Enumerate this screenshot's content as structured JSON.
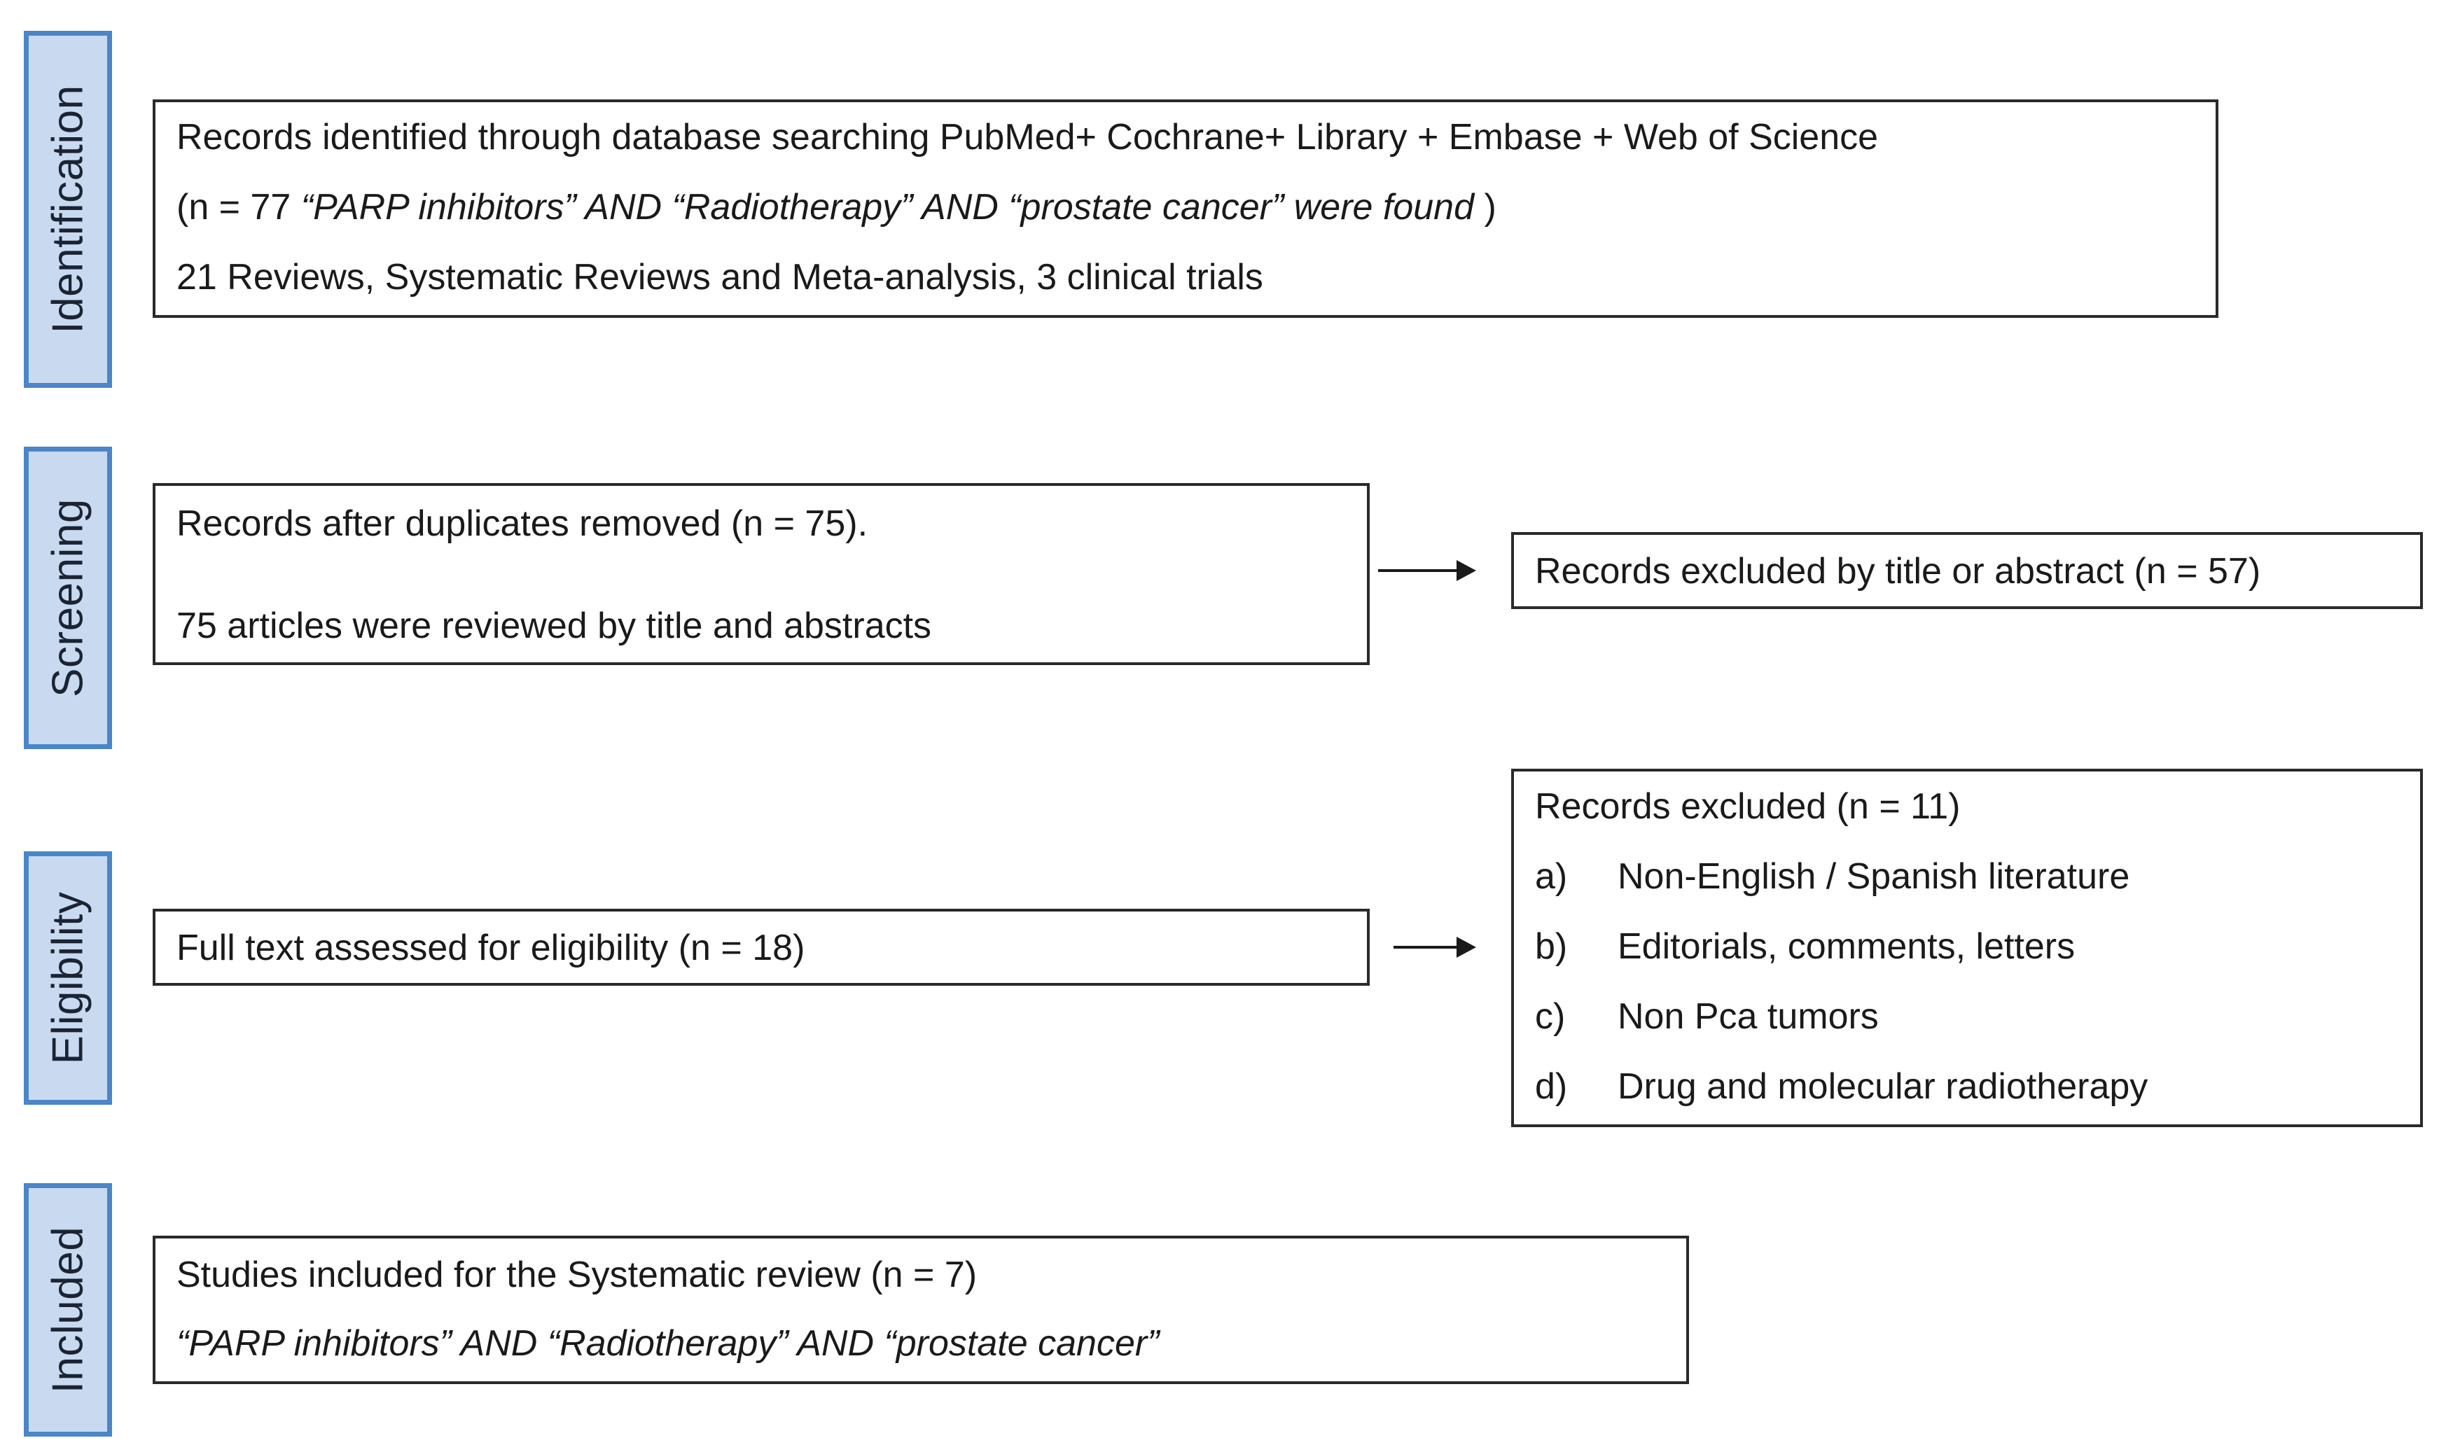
{
  "stages": {
    "identification": "Identification",
    "screening": "Screening",
    "eligibility": "Eligibility",
    "included": "Included"
  },
  "identification_box": {
    "line1": "Records identified through database searching PubMed+ Cochrane+ Library + Embase + Web of Science",
    "line2_prefix": "(n = 77 ",
    "line2_italic": "“PARP inhibitors” AND “Radiotherapy” AND “prostate cancer” were found",
    "line2_suffix": " )",
    "line3": "21 Reviews, Systematic Reviews and Meta-analysis, 3 clinical trials"
  },
  "screening_box": {
    "line1": "Records after duplicates removed (n = 75).",
    "line2": "75 articles were reviewed by title and abstracts"
  },
  "excluded_title_box": {
    "text": "Records excluded by title or abstract (n = 57)"
  },
  "fulltext_box": {
    "text": "Full text assessed for eligibility (n = 18)"
  },
  "excluded_list_box": {
    "title": "Records excluded (n = 11)",
    "items": [
      {
        "letter": "a)",
        "text": "Non-English / Spanish literature"
      },
      {
        "letter": "b)",
        "text": "Editorials, comments, letters"
      },
      {
        "letter": "c)",
        "text": "Non Pca tumors"
      },
      {
        "letter": "d)",
        "text": "Drug and molecular radiotherapy"
      }
    ]
  },
  "included_box": {
    "line1": "Studies included for the Systematic review (n = 7)",
    "line2": "“PARP inhibitors” AND “Radiotherapy” AND “prostate cancer”"
  },
  "colors": {
    "label_fill": "#c9daf0",
    "label_border": "#4a86c8",
    "box_border": "#2a2a2a"
  }
}
